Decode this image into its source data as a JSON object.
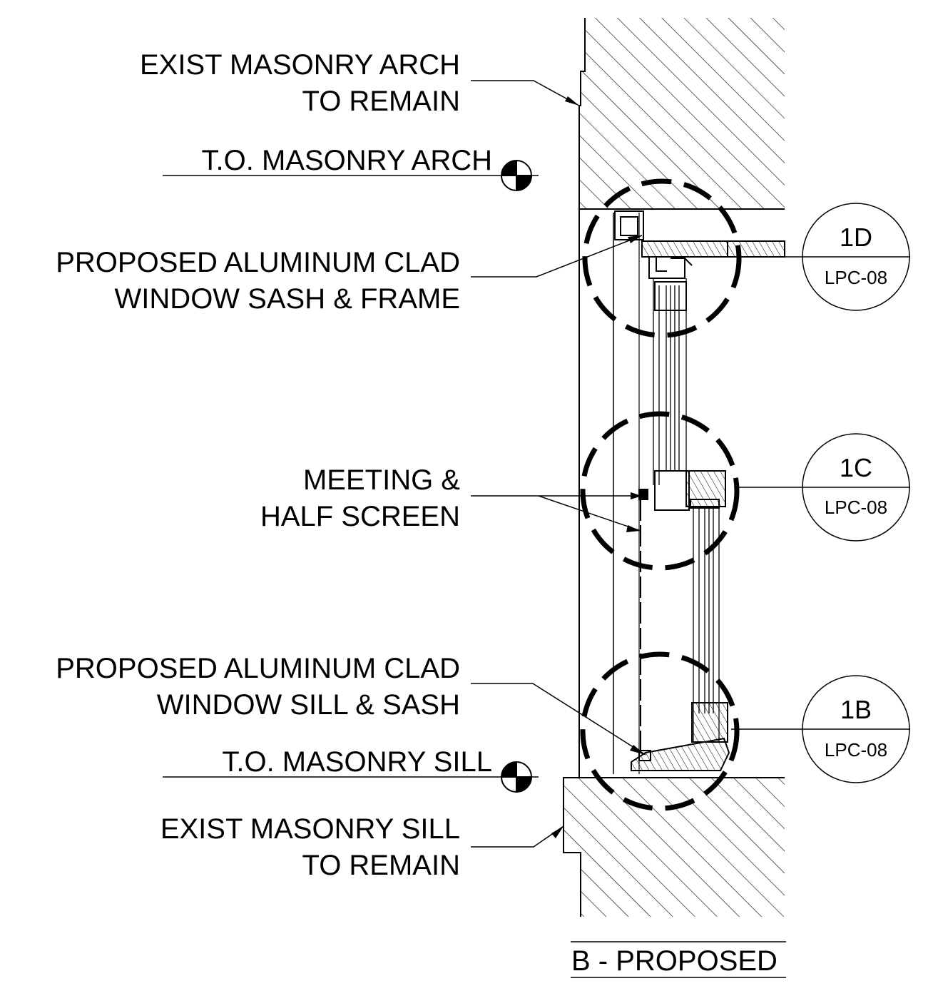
{
  "notes": {
    "arch_line1": "EXIST MASONRY ARCH",
    "arch_line2": "TO REMAIN",
    "sash_line1": "PROPOSED ALUMINUM CLAD",
    "sash_line2": "WINDOW SASH & FRAME",
    "meeting_line1": "MEETING &",
    "meeting_line2": "HALF SCREEN",
    "sill_line1": "PROPOSED ALUMINUM CLAD",
    "sill_line2": "WINDOW SILL & SASH",
    "masonry_sill_line1": "EXIST MASONRY SILL",
    "masonry_sill_line2": "TO REMAIN"
  },
  "elevations": {
    "top_arch": "T.O. MASONRY ARCH",
    "top_sill": "T.O. MASONRY SILL"
  },
  "detail_callouts": [
    {
      "id": "1D",
      "sheet": "LPC-08"
    },
    {
      "id": "1C",
      "sheet": "LPC-08"
    },
    {
      "id": "1B",
      "sheet": "LPC-08"
    }
  ],
  "drawing_title": "B - PROPOSED"
}
